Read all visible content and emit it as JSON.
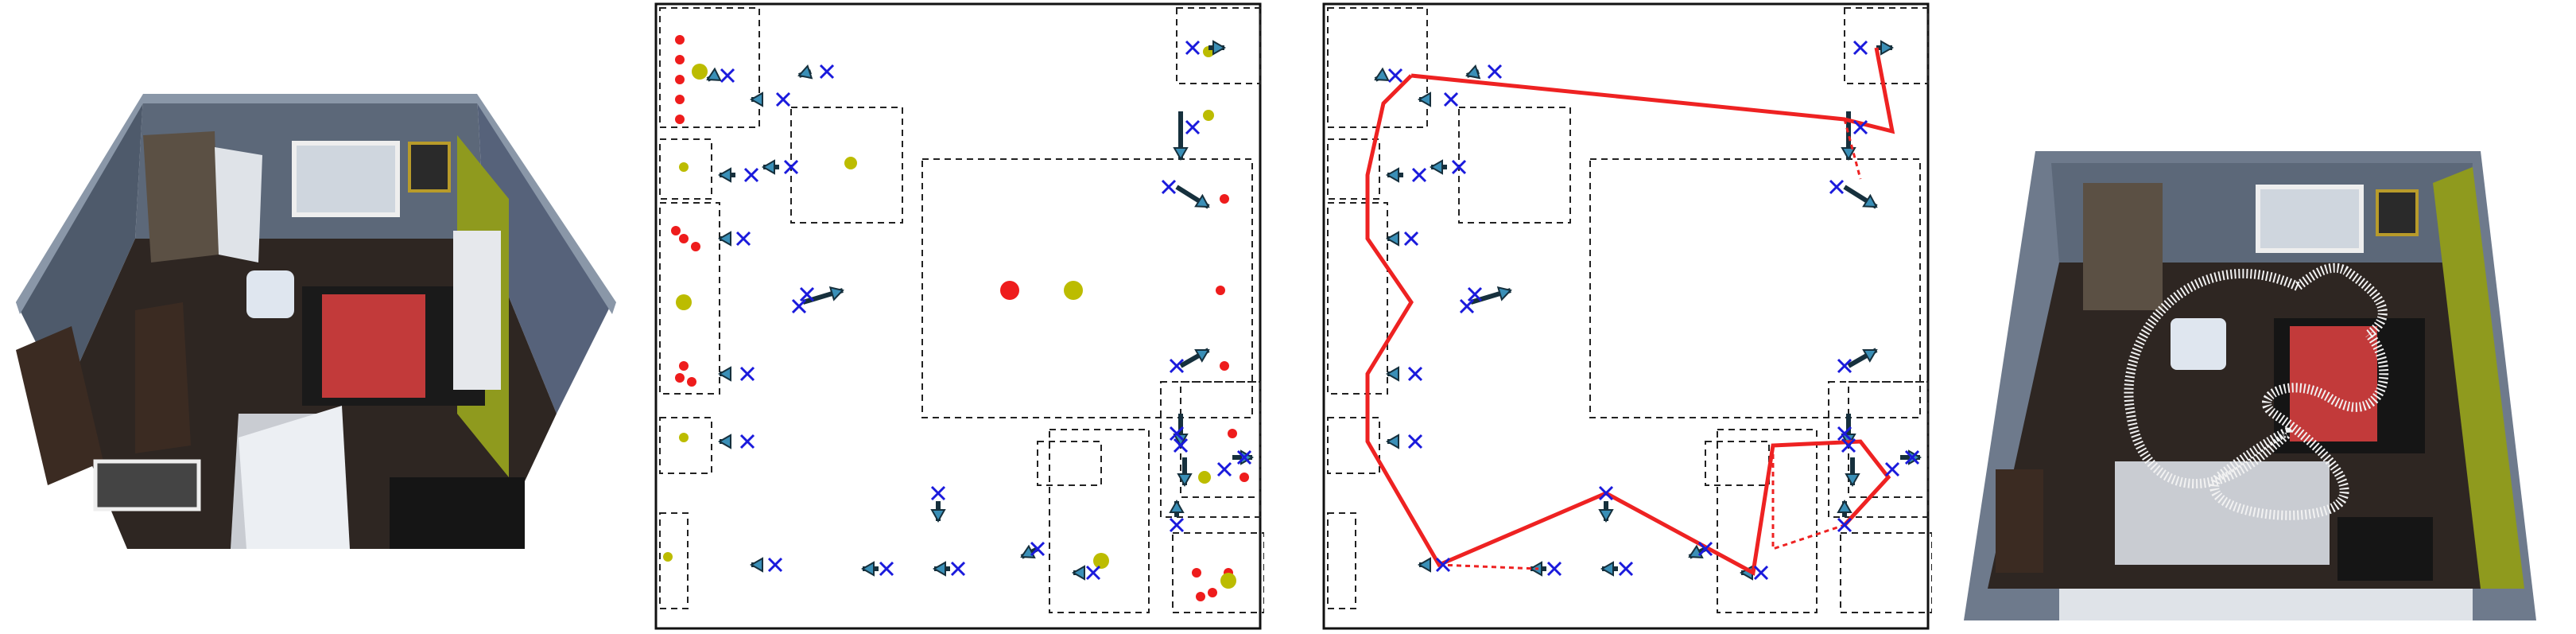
{
  "figure": {
    "panels": [
      {
        "id": "render-before",
        "kind": "3d-room-render",
        "show_trajectory": false
      },
      {
        "id": "plan-viewpoints",
        "kind": "floor-plan-viewpoints",
        "show_path": false
      },
      {
        "id": "plan-path",
        "kind": "floor-plan-path",
        "show_path": true
      },
      {
        "id": "render-after",
        "kind": "3d-room-render",
        "show_trajectory": true
      }
    ],
    "colors": {
      "wall": "#5c6879",
      "wall_top": "#8a97a8",
      "floor": "#2e2622",
      "accent_wall": "#8f9a1e",
      "bed": "#c23a3a",
      "rug": "#c9ccd2",
      "furniture_dark": "#3b2b22",
      "furniture_light": "#e6e8ec",
      "plan_border": "#111111",
      "obstacle_dash": "#222222",
      "target_red": "#ee1c1c",
      "anchor_yellow": "#bcbc00",
      "viewpoint_blue": "#1a1adc",
      "arrow_teal": "#3a8fb7",
      "path_red": "#ee2222",
      "trajectory_white": "#f2f2f2"
    },
    "icons": {
      "viewpoint": "x-mark-icon",
      "direction": "arrow-icon",
      "target": "dot-icon"
    }
  }
}
